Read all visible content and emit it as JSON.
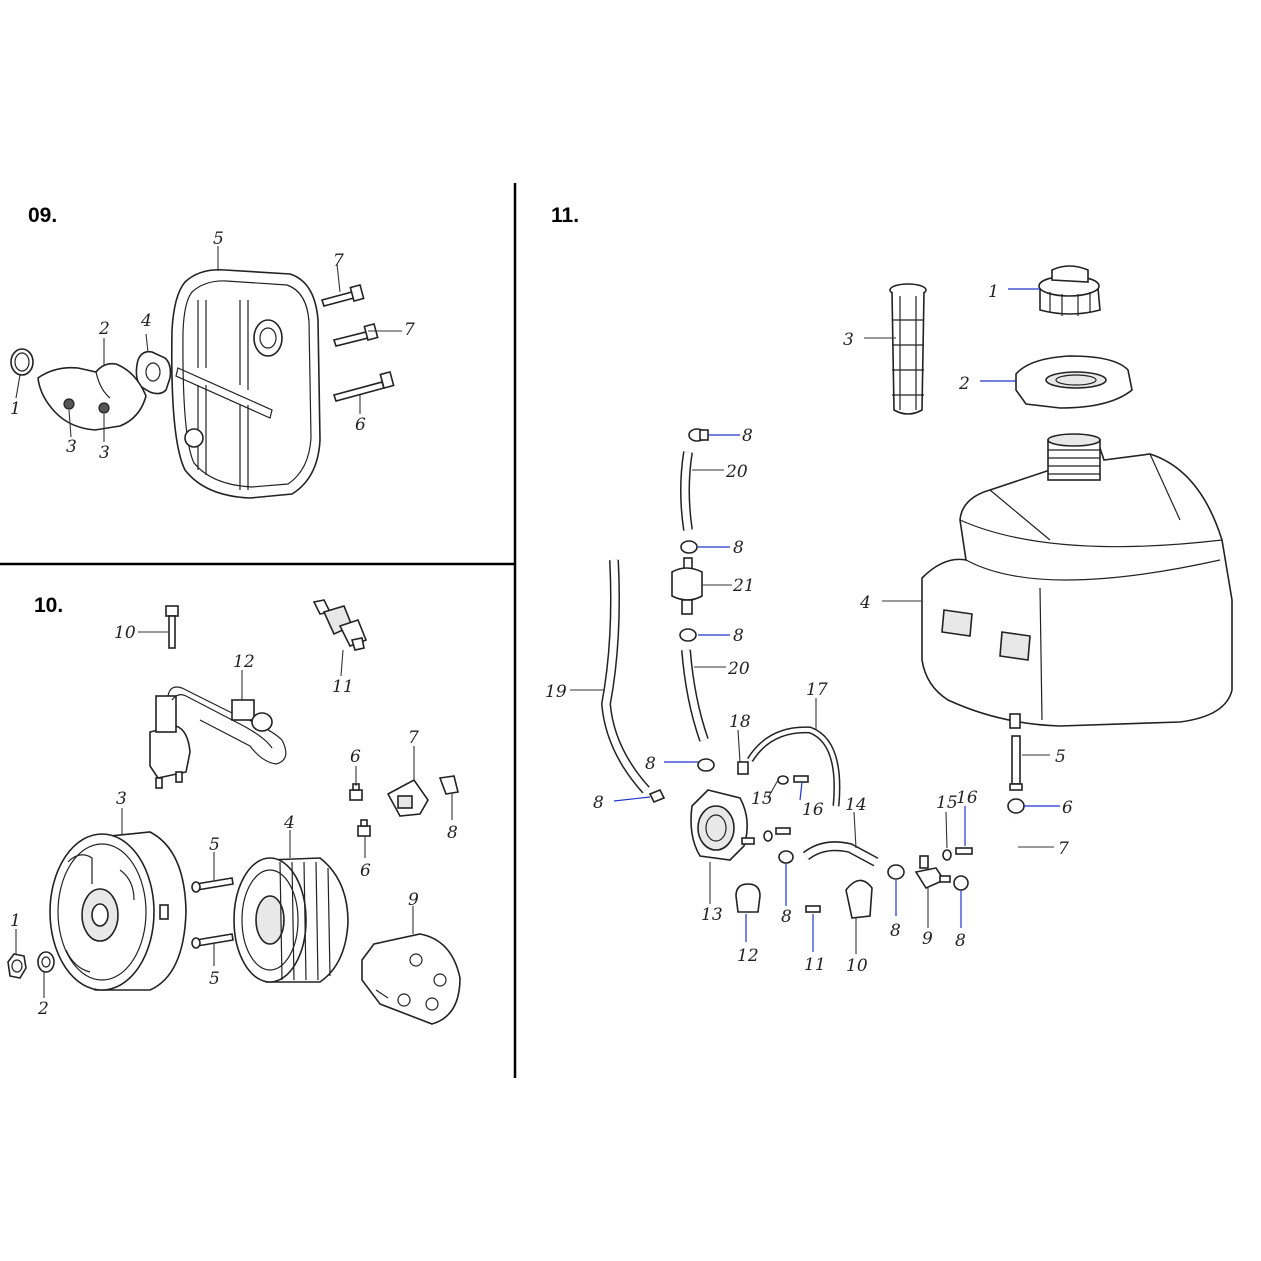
{
  "sections": {
    "s09": {
      "title": "09.",
      "labels": {
        "p1": "1",
        "p2": "2",
        "p3a": "3",
        "p3b": "3",
        "p4": "4",
        "p5": "5",
        "p6": "6",
        "p7a": "7",
        "p7b": "7"
      }
    },
    "s10": {
      "title": "10.",
      "labels": {
        "p1": "1",
        "p2": "2",
        "p3": "3",
        "p4": "4",
        "p5a": "5",
        "p5b": "5",
        "p6a": "6",
        "p6b": "6",
        "p7": "7",
        "p8": "8",
        "p9": "9",
        "p10": "10",
        "p11": "11",
        "p12": "12"
      }
    },
    "s11": {
      "title": "11.",
      "labels": {
        "p1": "1",
        "p2": "2",
        "p3": "3",
        "p4": "4",
        "p5": "5",
        "p6": "6",
        "p7": "7",
        "p8a": "8",
        "p8b": "8",
        "p8c": "8",
        "p8d": "8",
        "p8e": "8",
        "p8f": "8",
        "p8g": "8",
        "p8h": "8",
        "p9": "9",
        "p10": "10",
        "p11": "11",
        "p12": "12",
        "p13": "13",
        "p14": "14",
        "p15a": "15",
        "p15b": "15",
        "p16a": "16",
        "p16b": "16",
        "p17": "17",
        "p18": "18",
        "p19": "19",
        "p20a": "20",
        "p20b": "20",
        "p21": "21"
      }
    }
  }
}
